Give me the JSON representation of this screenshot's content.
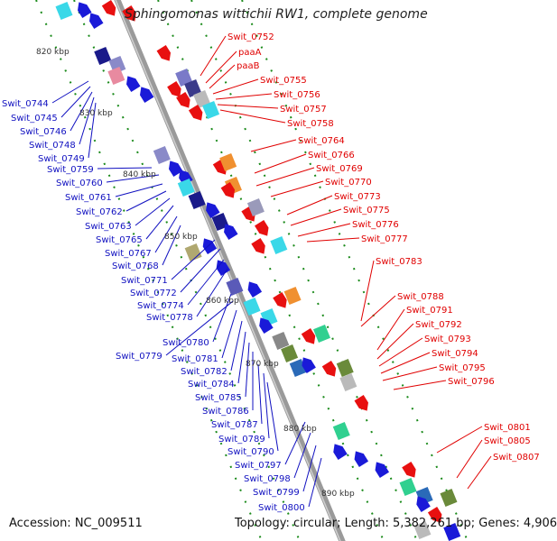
{
  "title": "Sphingomonas wittichii RW1, complete genome",
  "footer": {
    "accession": "Accession: NC_009511",
    "topology": "Topology: circular; Length: 5,382,261 bp; Genes: 4,906"
  },
  "colors": {
    "backbone": "#8a8a8a",
    "forward_label": "#e00000",
    "reverse_label": "#1010c0",
    "tick_dot": "#1a8a1a",
    "kbp_label": "#333333"
  },
  "kbp_ticks": [
    "820 kbp",
    "830 kbp",
    "840 kbp",
    "850 kbp",
    "860 kbp",
    "870 kbp",
    "880 kbp",
    "890 kbp"
  ],
  "right_labels": [
    "Swit_0752",
    "paaA",
    "paaB",
    "Swit_0755",
    "Swit_0756",
    "Swit_0757",
    "Swit_0758",
    "Swit_0764",
    "Swit_0766",
    "Swit_0769",
    "Swit_0770",
    "Swit_0773",
    "Swit_0775",
    "Swit_0776",
    "Swit_0777",
    "Swit_0783",
    "Swit_0788",
    "Swit_0791",
    "Swit_0792",
    "Swit_0793",
    "Swit_0794",
    "Swit_0795",
    "Swit_0796",
    "Swit_0801",
    "Swit_0805",
    "Swit_0807"
  ],
  "left_labels": [
    "Swit_0744",
    "Swit_0745",
    "Swit_0746",
    "Swit_0748",
    "Swit_0749",
    "Swit_0759",
    "Swit_0760",
    "Swit_0761",
    "Swit_0762",
    "Swit_0763",
    "Swit_0765",
    "Swit_0767",
    "Swit_0768",
    "Swit_0771",
    "Swit_0772",
    "Swit_0774",
    "Swit_0778",
    "Swit_0780",
    "Swit_0779",
    "Swit_0781",
    "Swit_0782",
    "Swit_0784",
    "Swit_0785",
    "Swit_0786",
    "Swit_0787",
    "Swit_0789",
    "Swit_0790",
    "Swit_0797",
    "Swit_0798",
    "Swit_0799",
    "Swit_0800"
  ]
}
